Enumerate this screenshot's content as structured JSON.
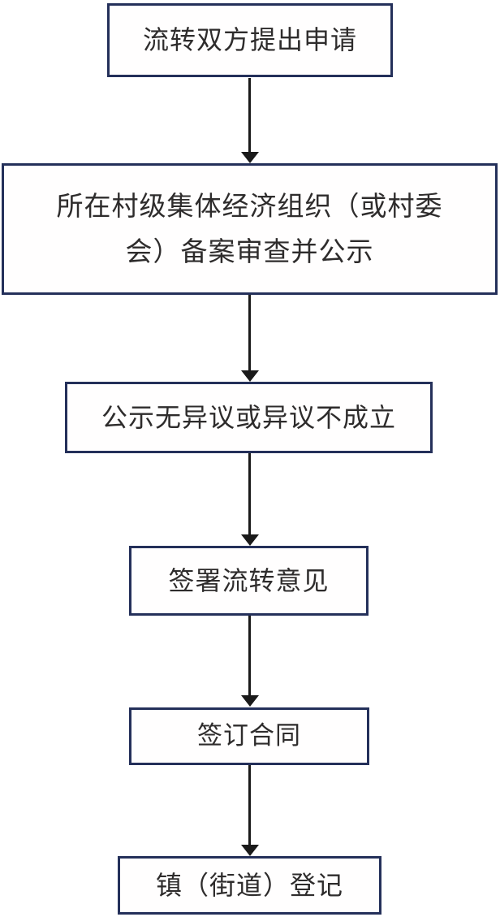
{
  "diagram": {
    "type": "flowchart",
    "direction": "top-down",
    "steps": [
      {
        "id": 1,
        "label": "流转双方提出申请"
      },
      {
        "id": 2,
        "label": "所在村级集体经济组织（或村委会）备案审查并公示",
        "lines": [
          "所在村级集体经济组织（或村委",
          "会）备案审查并公示"
        ]
      },
      {
        "id": 3,
        "label": "公示无异议或异议不成立"
      },
      {
        "id": 4,
        "label": "签署流转意见"
      },
      {
        "id": 5,
        "label": "签订合同"
      },
      {
        "id": 6,
        "label": "镇（街道）登记"
      }
    ],
    "connectors": [
      {
        "from": 1,
        "to": 2,
        "style": "arrow-down"
      },
      {
        "from": 2,
        "to": 3,
        "style": "arrow-down"
      },
      {
        "from": 3,
        "to": 4,
        "style": "arrow-down"
      },
      {
        "from": 4,
        "to": 5,
        "style": "arrow-down"
      },
      {
        "from": 5,
        "to": 6,
        "style": "arrow-down"
      }
    ],
    "colors": {
      "box_border": "#24305a",
      "box_fill": "#fffefe",
      "arrow": "#1a1a1a",
      "text": "#2e2c2c",
      "background": "#ffffff"
    }
  }
}
